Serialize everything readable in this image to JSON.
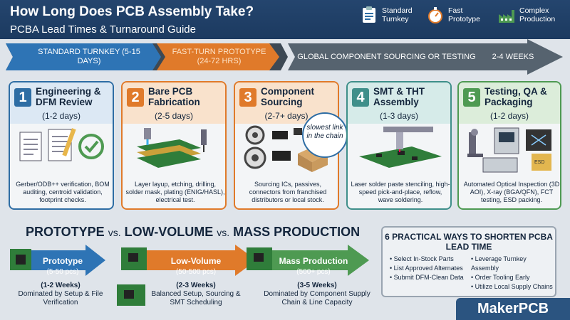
{
  "header": {
    "title": "How Long Does PCB Assembly Take?",
    "subtitle": "PCBA Lead Times & Turnaround Guide",
    "legend": [
      {
        "label": "Standard Turnkey",
        "icon": "clipboard-icon"
      },
      {
        "label": "Fast Prototype",
        "icon": "stopwatch-icon"
      },
      {
        "label": "Complex Production",
        "icon": "factory-icon"
      }
    ]
  },
  "timeline": {
    "standard": "STANDARD TURNKEY (5-15 DAYS)",
    "fast": "FAST-TURN PROTOTYPE (24-72 HRS)",
    "global": "GLOBAL COMPONENT SOURCING OR TESTING",
    "weeks": "2-4 WEEKS"
  },
  "steps": [
    {
      "num": "1",
      "title": "Engineering & DFM Review",
      "duration": "(1-2 days)",
      "desc": "Gerber/ODB++ verification, BOM auditing, centroid validation, footprint checks.",
      "color": "#2e6da4"
    },
    {
      "num": "2",
      "title": "Bare PCB Fabrication",
      "duration": "(2-5 days)",
      "desc": "Layer layup, etching, drilling, solder mask, plating (ENIG/HASL), electrical test.",
      "color": "#e07a2a"
    },
    {
      "num": "3",
      "title": "Component Sourcing",
      "duration": "(2-7+ days)",
      "desc": "Sourcing ICs, passives, connectors from franchised distributors or local stock.",
      "color": "#e07a2a",
      "callout": "slowest link in the chain"
    },
    {
      "num": "4",
      "title": "SMT & THT Assembly",
      "duration": "(1-3 days)",
      "desc": "Laser solder paste stenciling, high-speed pick-and-place, reflow, wave soldering.",
      "color": "#3f8f8a"
    },
    {
      "num": "5",
      "title": "Testing, QA & Packaging",
      "duration": "(1-2 days)",
      "desc": "Automated Optical Inspection (3D AOI), X-ray (BGA/QFN), FCT testing, ESD packing.",
      "color": "#4e9a52"
    }
  ],
  "compare": {
    "heading_a": "PROTOTYPE",
    "vs1": "vs.",
    "heading_b": "LOW-VOLUME",
    "vs2": "vs.",
    "heading_c": "MASS PRODUCTION",
    "items": [
      {
        "name": "Prototype",
        "qty": "(5-50 pcs)",
        "weeks": "(1-2 Weeks)",
        "desc": "Dominated by Setup & File Verification"
      },
      {
        "name": "Low-Volume",
        "qty": "(50-500 pcs)",
        "weeks": "(2-3 Weeks)",
        "desc": "Balanced Setup, Sourcing & SMT Scheduling"
      },
      {
        "name": "Mass Production",
        "qty": "(500+ pcs)",
        "weeks": "(3-5 Weeks)",
        "desc": "Dominated by Component Supply Chain & Line Capacity"
      }
    ]
  },
  "tips": {
    "title": "6 PRACTICAL WAYS TO SHORTEN PCBA LEAD TIME",
    "left": [
      "Select In-Stock Parts",
      "List Approved Alternates",
      "Submit DFM-Clean Data"
    ],
    "right": [
      "Leverage Turnkey Assembly",
      "Order Tooling Early",
      "Utilize Local Supply Chains"
    ]
  },
  "brand": "MakerPCB",
  "colors": {
    "navy": "#1c3a60",
    "blue": "#2e6da4",
    "orange": "#e07a2a",
    "teal": "#3f8f8a",
    "green": "#4e9a52"
  }
}
